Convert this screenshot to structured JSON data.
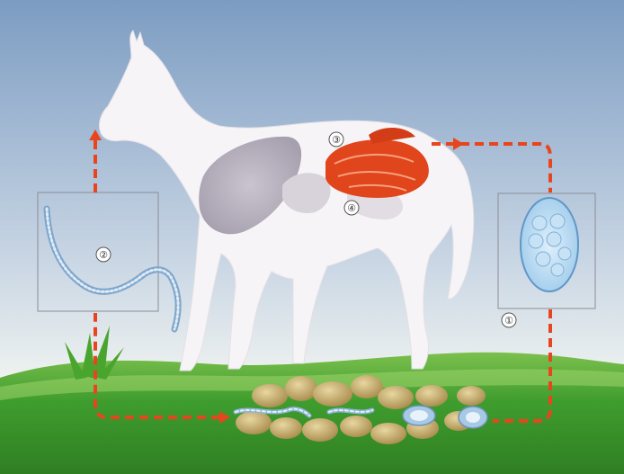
{
  "diagram": {
    "markers": {
      "one": "①",
      "two": "②",
      "three": "③",
      "four": "④"
    }
  },
  "colors": {
    "arrow": "#e8451f",
    "organs_digestive": "#e0451c",
    "sky_top": "#7f9ec2",
    "sky_bottom": "#e7eef0",
    "grass": "#3f9d2e",
    "horse": "#f6f4f6"
  }
}
